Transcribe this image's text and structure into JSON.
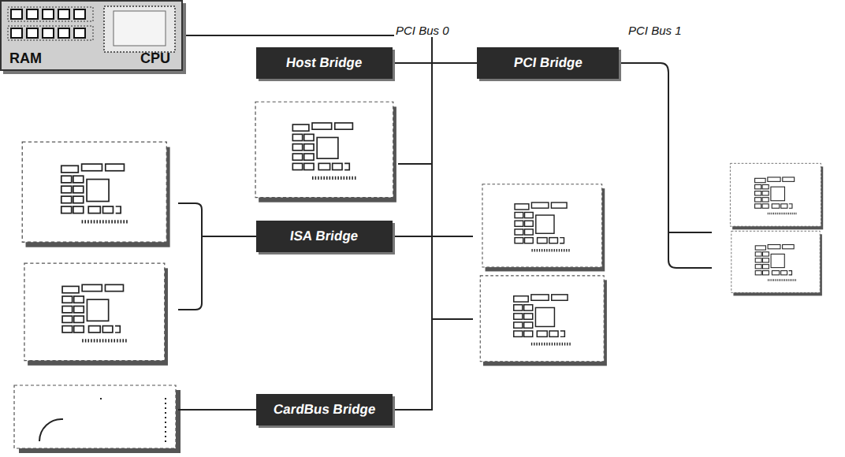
{
  "diagram": {
    "nodes": [
      {
        "text": [
          "RAM",
          "CPU"
        ]
      },
      {
        "text": [
          "Host Bridge"
        ]
      },
      {
        "text": [
          "PCI Bridge"
        ]
      },
      {
        "text": [
          "ISA Bridge"
        ]
      },
      {
        "text": [
          "CardBus Bridge"
        ]
      }
    ],
    "edges": [
      {
        "from": 0,
        "to": 1,
        "arrow": "none"
      },
      {
        "from": 1,
        "to": 2,
        "arrow": "none"
      },
      {
        "from": 1,
        "to": 3,
        "arrow": "none"
      },
      {
        "from": 1,
        "to": 4,
        "arrow": "none"
      }
    ],
    "labels": [
      "PCI Bus 0",
      "PCI Bus 1"
    ]
  }
}
